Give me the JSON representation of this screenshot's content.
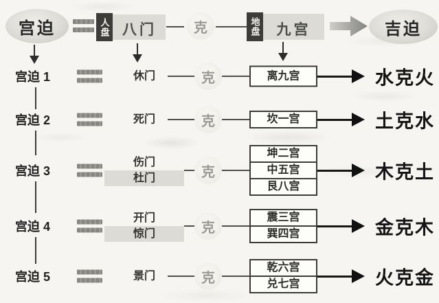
{
  "header": {
    "source_label": "宫迫",
    "ren_pan_tag": "人盘",
    "gates_label": "八门",
    "ke_label": "克",
    "di_pan_tag": "地盘",
    "palaces_label": "九宫",
    "result_label": "吉迫"
  },
  "rows": [
    {
      "label": "宫迫 1",
      "gates": [
        "休门"
      ],
      "ke": "克",
      "palaces": [
        "离九宫"
      ],
      "result": "水克火"
    },
    {
      "label": "宫迫 2",
      "gates": [
        "死门"
      ],
      "ke": "克",
      "palaces": [
        "坎一宫"
      ],
      "result": "土克水"
    },
    {
      "label": "宫迫 3",
      "gates": [
        "伤门",
        "杜门"
      ],
      "ke": "克",
      "palaces": [
        "坤二宫",
        "中五宫",
        "艮八宫"
      ],
      "result": "木克土"
    },
    {
      "label": "宫迫 4",
      "gates": [
        "开门",
        "惊门"
      ],
      "ke": "克",
      "palaces": [
        "震三宫",
        "巽四宫"
      ],
      "result": "金克木"
    },
    {
      "label": "宫迫 5",
      "gates": [
        "景门"
      ],
      "ke": "克",
      "palaces": [
        "乾六宫",
        "兑七宫"
      ],
      "result": "火克金"
    }
  ],
  "colors": {
    "page_bg": "#f6f5f1",
    "tag_bg": "#3d3c3a",
    "band_bg": "#dcdbd6",
    "ke_circle_bg": "#f1f0ec",
    "ke_text": "#9b9b93",
    "arrow_dark": "#161616",
    "equals_gray": "#8d8d88"
  }
}
